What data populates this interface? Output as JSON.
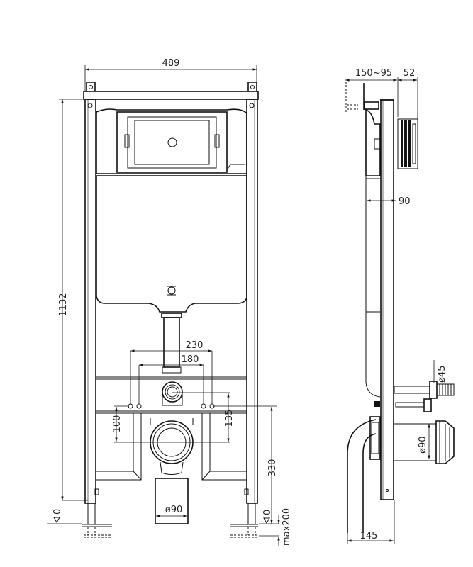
{
  "front_view": {
    "dimensions": {
      "width_total": "489",
      "height_total": "1132",
      "outer_bolt_spacing": "230",
      "inner_bolt_spacing": "180",
      "inlet_offset": "135",
      "outlet_offset": "100",
      "outlet_height": "330",
      "drain_diameter": "ø90",
      "leg_adjustment": "max200",
      "floor_level_left": "0",
      "floor_level_right": "0"
    }
  },
  "side_view": {
    "dimensions": {
      "depth_range": "150~95",
      "module_depth": "52",
      "frame_depth": "90",
      "inlet_diameter": "ø45",
      "outlet_diameter": "ø90",
      "bottom_depth": "145"
    }
  }
}
